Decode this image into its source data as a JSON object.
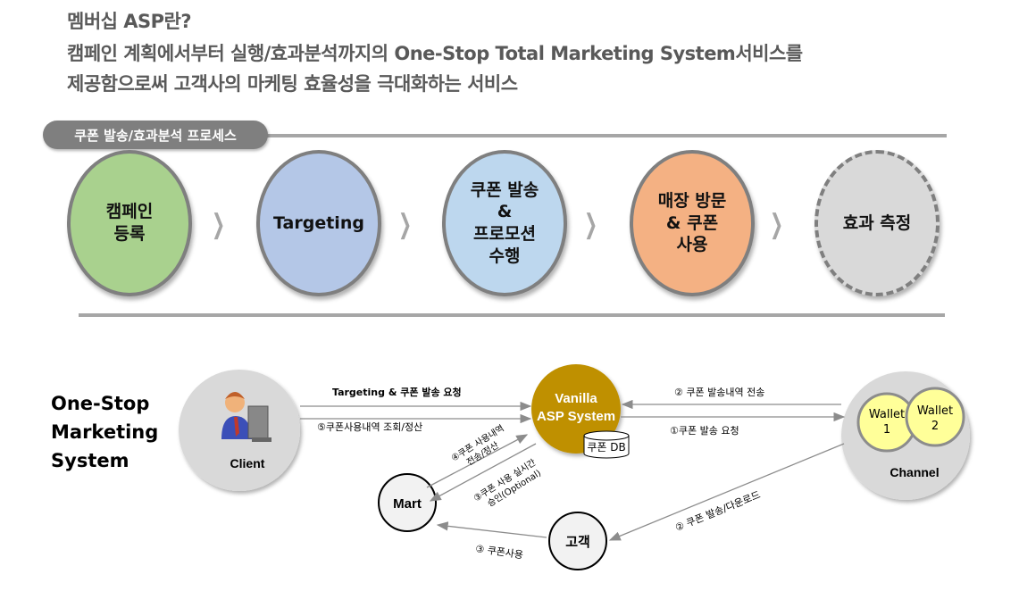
{
  "header": {
    "line1": "멤버십 ASP란?",
    "line2": "캠페인 계획에서부터 실행/효과분석까지의 One-Stop Total Marketing System서비스를",
    "line3": "제공함으로써 고객사의 마케팅 효율성을 극대화하는 서비스"
  },
  "process": {
    "label": "쿠폰 발송/효과분석 프로세스",
    "steps": [
      {
        "label": "캠페인\n등록",
        "color": "#a9d18e"
      },
      {
        "label": "Targeting",
        "color": "#b4c7e7"
      },
      {
        "label": "쿠폰 발송\n&\n프로모션\n수행",
        "color": "#bdd7ee"
      },
      {
        "label": "매장 방문\n& 쿠폰\n사용",
        "color": "#f4b183"
      },
      {
        "label": "효과 측정",
        "color": "#d9d9d9"
      }
    ],
    "separator": "❯"
  },
  "system": {
    "title": "One-Stop\nMarketing\nSystem",
    "client": "Client",
    "vanilla_line1": "Vanilla",
    "vanilla_line2": "ASP System",
    "db": "쿠폰 DB",
    "channel": "Channel",
    "wallet1_a": "Wallet",
    "wallet1_b": "1",
    "wallet2_a": "Wallet",
    "wallet2_b": "2",
    "mart": "Mart",
    "customer": "고객",
    "edges": {
      "targeting": "Targeting & 쿠폰 발송 요청",
      "settle": "⑤쿠폰사용내역 조회/정산",
      "send_history": "② 쿠폰 발송내역 전송",
      "issue_request": "①쿠폰 발송 요청",
      "mart_report_a": "④쿠폰 사용내역",
      "mart_report_b": "전송/정산",
      "approval_a": "③쿠폰 사용 실시간",
      "approval_b": "승인(Optional)",
      "download": "② 쿠폰 발송/다운로드",
      "use": "③ 쿠폰사용"
    },
    "colors": {
      "vanilla": "#bf9000",
      "wallet": "#ffff99",
      "node": "#d9d9d9"
    }
  }
}
